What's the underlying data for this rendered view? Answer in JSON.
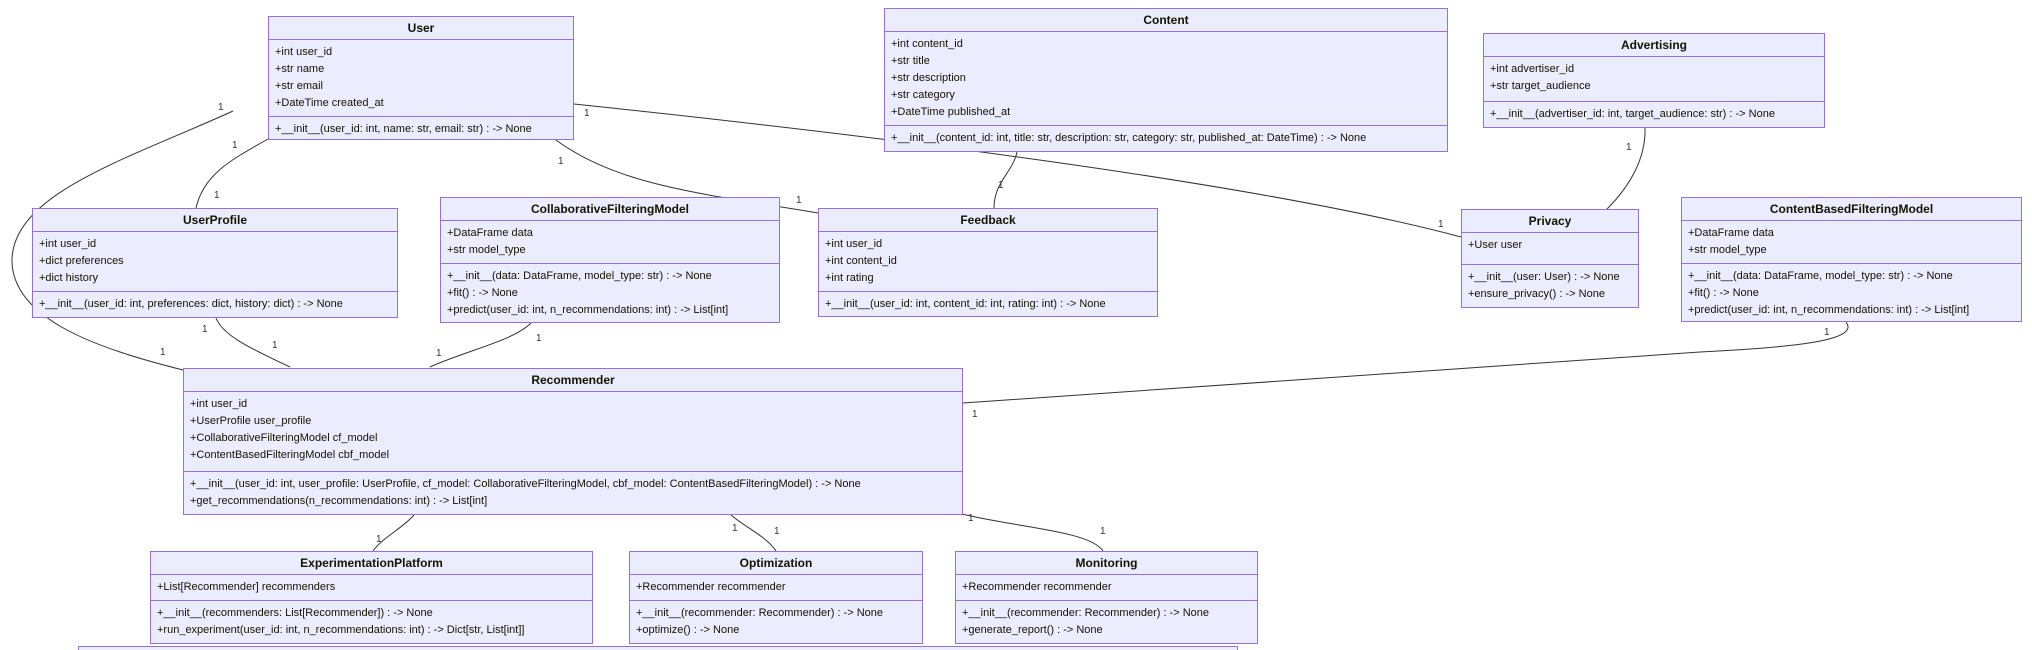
{
  "diagram": {
    "type": "uml-class-diagram",
    "background_color": "#ffffff",
    "box_fill_color": "#ECECFF",
    "box_border_color": "#9370DB",
    "edge_color": "#333333"
  },
  "classes": [
    {
      "name": "User",
      "attributes": [
        "+int user_id",
        "+str name",
        "+str email",
        "+DateTime created_at"
      ],
      "methods": [
        "+__init__(user_id: int, name: str, email: str) : -> None"
      ]
    },
    {
      "name": "Content",
      "attributes": [
        "+int content_id",
        "+str title",
        "+str description",
        "+str category",
        "+DateTime published_at"
      ],
      "methods": [
        "+__init__(content_id: int, title: str, description: str, category: str, published_at: DateTime) : -> None"
      ]
    },
    {
      "name": "Advertising",
      "attributes": [
        "+int advertiser_id",
        "+str target_audience"
      ],
      "methods": [
        "+__init__(advertiser_id: int, target_audience: str) : -> None"
      ]
    },
    {
      "name": "UserProfile",
      "attributes": [
        "+int user_id",
        "+dict preferences",
        "+dict history"
      ],
      "methods": [
        "+__init__(user_id: int, preferences: dict, history: dict) : -> None"
      ]
    },
    {
      "name": "CollaborativeFilteringModel",
      "attributes": [
        "+DataFrame data",
        "+str model_type"
      ],
      "methods": [
        "+__init__(data: DataFrame, model_type: str) : -> None",
        "+fit() : -> None",
        "+predict(user_id: int, n_recommendations: int) : -> List[int]"
      ]
    },
    {
      "name": "Feedback",
      "attributes": [
        "+int user_id",
        "+int content_id",
        "+int rating"
      ],
      "methods": [
        "+__init__(user_id: int, content_id: int, rating: int) : -> None"
      ]
    },
    {
      "name": "Privacy",
      "attributes": [
        "+User user"
      ],
      "methods": [
        "+__init__(user: User) : -> None",
        "+ensure_privacy() : -> None"
      ]
    },
    {
      "name": "ContentBasedFilteringModel",
      "attributes": [
        "+DataFrame data",
        "+str model_type"
      ],
      "methods": [
        "+__init__(data: DataFrame, model_type: str) : -> None",
        "+fit() : -> None",
        "+predict(user_id: int, n_recommendations: int) : -> List[int]"
      ]
    },
    {
      "name": "Recommender",
      "attributes": [
        "+int user_id",
        "+UserProfile user_profile",
        "+CollaborativeFilteringModel cf_model",
        "+ContentBasedFilteringModel cbf_model"
      ],
      "methods": [
        "+__init__(user_id: int, user_profile: UserProfile, cf_model: CollaborativeFilteringModel, cbf_model: ContentBasedFilteringModel) : -> None",
        "+get_recommendations(n_recommendations: int) : -> List[int]"
      ]
    },
    {
      "name": "ExperimentationPlatform",
      "attributes": [
        "+List[Recommender] recommenders"
      ],
      "methods": [
        "+__init__(recommenders: List[Recommender]) : -> None",
        "+run_experiment(user_id: int, n_recommendations: int) : -> Dict[str, List[int]]"
      ]
    },
    {
      "name": "Optimization",
      "attributes": [
        "+Recommender recommender"
      ],
      "methods": [
        "+__init__(recommender: Recommender) : -> None",
        "+optimize() : -> None"
      ]
    },
    {
      "name": "Monitoring",
      "attributes": [
        "+Recommender recommender"
      ],
      "methods": [
        "+__init__(recommender: Recommender) : -> None",
        "+generate_report() : -> None"
      ]
    }
  ],
  "relationships": [
    {
      "from": "User",
      "to": "Recommender",
      "cards": [
        "1",
        "1"
      ]
    },
    {
      "from": "User",
      "to": "UserProfile",
      "cards": [
        "1",
        "1"
      ]
    },
    {
      "from": "User",
      "to": "Feedback",
      "cards": [
        "1",
        "1"
      ]
    },
    {
      "from": "User",
      "to": "Privacy",
      "cards": [
        "1",
        "1"
      ]
    },
    {
      "from": "Content",
      "to": "Feedback",
      "cards": [
        "1"
      ]
    },
    {
      "from": "Advertising",
      "to": "Privacy",
      "cards": [
        "1"
      ]
    },
    {
      "from": "CollaborativeFilteringModel",
      "to": "Recommender",
      "cards": [
        "1",
        "1"
      ]
    },
    {
      "from": "UserProfile",
      "to": "Recommender",
      "cards": [
        "1",
        "1"
      ]
    },
    {
      "from": "ContentBasedFilteringModel",
      "to": "Recommender",
      "cards": [
        "1",
        "1"
      ]
    },
    {
      "from": "Recommender",
      "to": "ExperimentationPlatform",
      "cards": [
        "1",
        "1"
      ]
    },
    {
      "from": "Recommender",
      "to": "Optimization",
      "cards": [
        "1",
        "1"
      ]
    },
    {
      "from": "Recommender",
      "to": "Monitoring",
      "cards": [
        "1",
        "1"
      ]
    }
  ]
}
